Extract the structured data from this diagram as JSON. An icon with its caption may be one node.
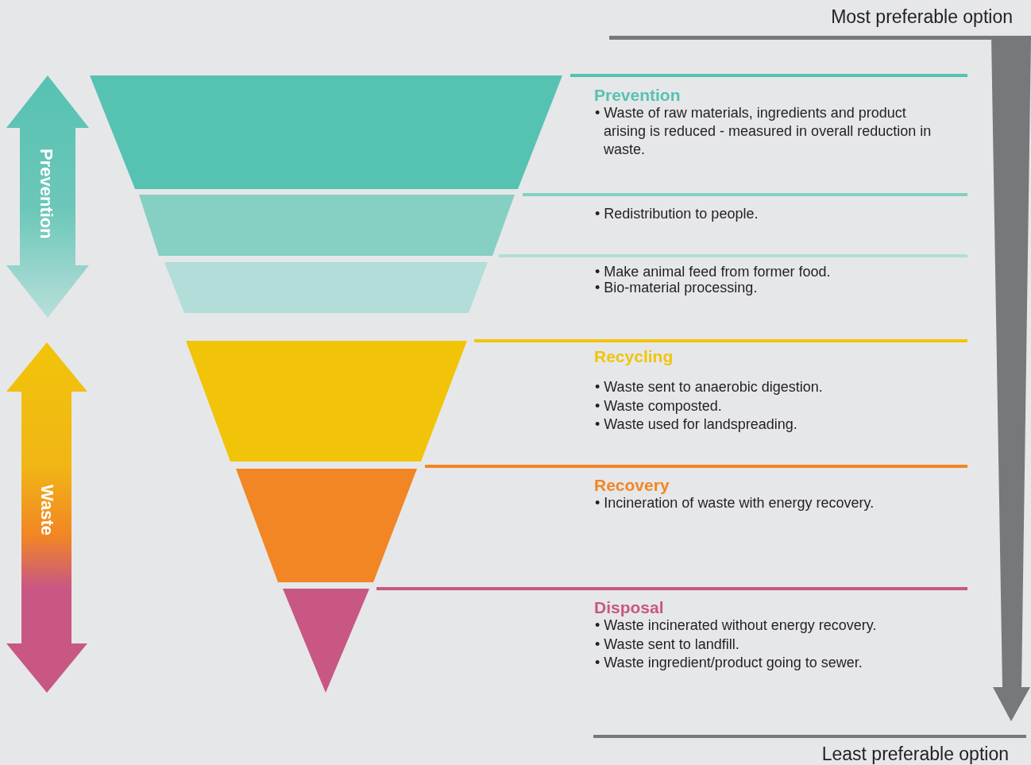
{
  "diagram": {
    "nodes": [
      {
        "text": [],
        "shape": "trapezoid"
      },
      {
        "text": [],
        "shape": "trapezoid"
      },
      {
        "text": [],
        "shape": "trapezoid"
      },
      {
        "text": [],
        "shape": "trapezoid"
      },
      {
        "text": [],
        "shape": "trapezoid"
      },
      {
        "text": [],
        "shape": "triangle"
      }
    ],
    "edges": [],
    "labels": [
      "Most preferable option",
      "Prevention",
      "Waste",
      "Prevention",
      "• Waste of raw materials, ingredients and product arising is reduced - measured in overall reduction in waste.",
      "• Redistribution to people.",
      "• Make animal feed from former food.",
      "• Bio-material processing.",
      "Recycling",
      "• Waste sent to anaerobic digestion.",
      "• Waste composted.",
      "• Waste used for landspreading.",
      "Recovery",
      "• Incineration of waste with energy recovery.",
      "Disposal",
      "• Waste incinerated without energy recovery.",
      "• Waste sent to landfill.",
      "• Waste ingredient/product going to sewer.",
      "Least preferable option"
    ]
  }
}
